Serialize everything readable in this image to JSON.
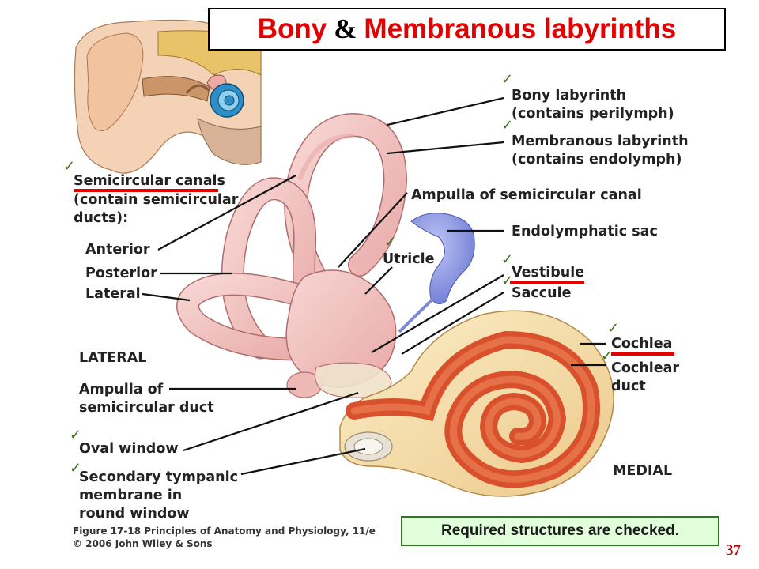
{
  "title": {
    "part1": "Bony",
    "amp": "&",
    "part2": "Membranous labyrinths"
  },
  "labels": {
    "bony_labyrinth": "Bony labyrinth",
    "bony_labyrinth_sub": "(contains perilymph)",
    "membranous_labyrinth": "Membranous labyrinth",
    "membranous_labyrinth_sub": "(contains endolymph)",
    "semicircular_canals": "Semicircular canals",
    "semicircular_canals_sub1": "(contain semicircular",
    "semicircular_canals_sub2": "ducts):",
    "ampulla_canal": "Ampulla of semicircular canal",
    "endolymphatic_sac": "Endolymphatic sac",
    "anterior": "Anterior",
    "posterior": "Posterior",
    "lateral": "Lateral",
    "utricle": "Utricle",
    "vestibule": "Vestibule",
    "saccule": "Saccule",
    "lateral_caps": "LATERAL",
    "cochlea": "Cochlea",
    "cochlear_duct1": "Cochlear",
    "cochlear_duct2": "duct",
    "ampulla_duct1": "Ampulla of",
    "ampulla_duct2": "semicircular duct",
    "oval_window": "Oval window",
    "secondary_1": "Secondary tympanic",
    "secondary_2": "membrane in",
    "secondary_3": "round window",
    "medial": "MEDIAL"
  },
  "checkmark": "✓",
  "caption": {
    "line1": "Figure 17-18  Principles of Anatomy and Physiology, 11/e",
    "line2": "© 2006 John Wiley & Sons"
  },
  "note": "Required structures are checked.",
  "page_number": "37",
  "colors": {
    "title_red": "#e30000",
    "underline_red": "#e50000",
    "check_green": "#3f6e12",
    "note_bg": "#e2ffdc",
    "note_border": "#2a7a1f",
    "bony_pink": "#f3c6c4",
    "membrane_blue": "#8a96e0",
    "cochlea_orange": "#e0643a",
    "cochlea_cream": "#f7e3b0"
  }
}
